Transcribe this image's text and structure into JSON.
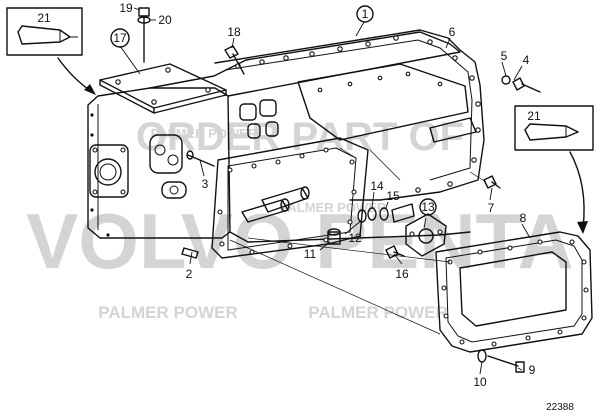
{
  "watermark": {
    "line1": "ORDER PART OF",
    "line2": "VOLVO PENTA",
    "brand": "PALMER POWER"
  },
  "drawing_number": "22388",
  "callouts": [
    {
      "label": "1"
    },
    {
      "label": "2"
    },
    {
      "label": "3"
    },
    {
      "label": "4"
    },
    {
      "label": "5"
    },
    {
      "label": "6"
    },
    {
      "label": "7"
    },
    {
      "label": "8"
    },
    {
      "label": "9"
    },
    {
      "label": "10"
    },
    {
      "label": "11"
    },
    {
      "label": "12"
    },
    {
      "label": "13"
    },
    {
      "label": "14"
    },
    {
      "label": "15"
    },
    {
      "label": "16"
    },
    {
      "label": "17"
    },
    {
      "label": "18"
    },
    {
      "label": "19"
    },
    {
      "label": "20"
    },
    {
      "label": "21"
    },
    {
      "label": "21"
    }
  ],
  "colors": {
    "ink": "#111111",
    "watermark": "#d4d4d4",
    "background": "#ffffff"
  }
}
